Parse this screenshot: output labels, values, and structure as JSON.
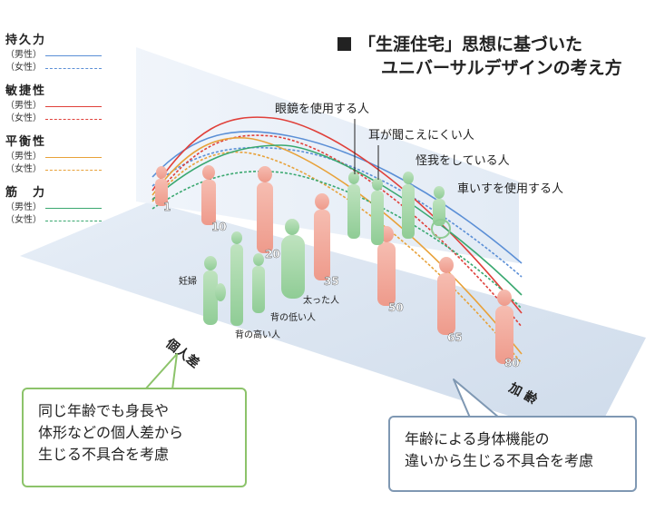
{
  "title": {
    "line1": "「生涯住宅」思想に基づいた",
    "line2": "ユニバーサルデザインの考え方"
  },
  "legend": [
    {
      "name": "持久力",
      "male": "（男性）",
      "female": "（女性）",
      "color": "#5b8fd6"
    },
    {
      "name": "敏捷性",
      "male": "（男性）",
      "female": "（女性）",
      "color": "#e0403a"
    },
    {
      "name": "平衡性",
      "male": "（男性）",
      "female": "（女性）",
      "color": "#e8a23a"
    },
    {
      "name": "筋　力",
      "male": "（男性）",
      "female": "（女性）",
      "color": "#3aa870"
    }
  ],
  "age_labels": [
    "1",
    "10",
    "20",
    "35",
    "50",
    "65",
    "80"
  ],
  "condition_labels": {
    "glasses": "眼鏡を使用する人",
    "hearing": "耳が聞こえにくい人",
    "injury": "怪我をしている人",
    "wheelchair": "車いすを使用する人"
  },
  "individual_labels": {
    "pregnant": "妊婦",
    "fat": "太った人",
    "short": "背の低い人",
    "tall": "背の高い人"
  },
  "axis": {
    "individual": "個人差",
    "aging": "加 齢"
  },
  "callouts": {
    "left": [
      "同じ年齢でも身長や",
      "体形などの個人差から",
      "生じる不具合を考慮"
    ],
    "right": [
      "年齢による身体機能の",
      "違いから生じる不具合を考慮"
    ]
  },
  "colors": {
    "floor": "#dce6f2",
    "wall": "#e8eff8",
    "figure_red": "#f2a79a",
    "figure_green": "#a6d6a8",
    "callout_left_border": "#8cc36a",
    "callout_right_border": "#7f98b3"
  }
}
